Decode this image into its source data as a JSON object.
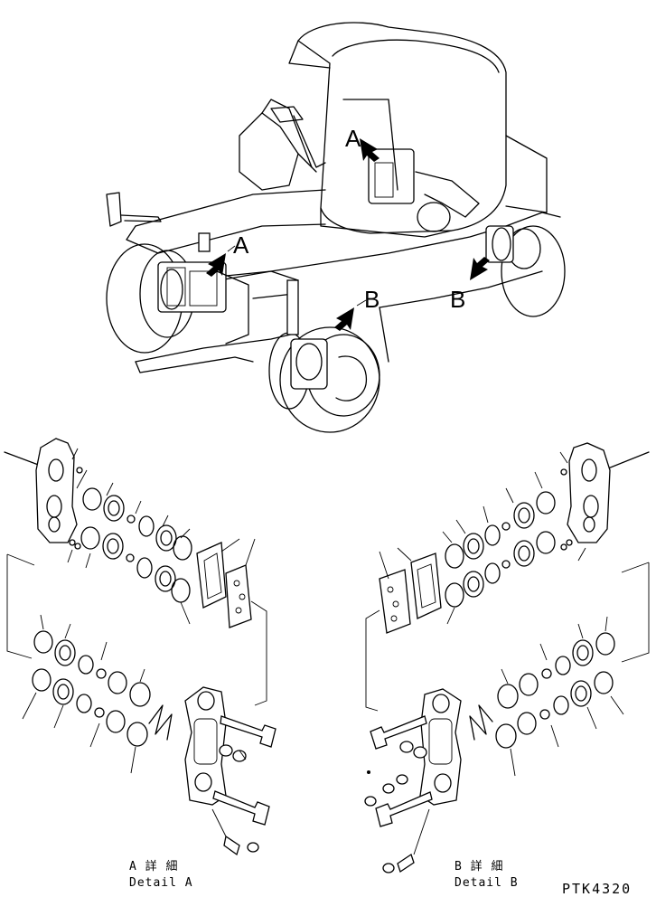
{
  "callouts": {
    "a_upper": "A",
    "a_lower": "A",
    "b_left": "B",
    "b_right": "B"
  },
  "detail_a": {
    "jp": "A 詳 細",
    "en": "Detail A"
  },
  "detail_b": {
    "jp": "B 詳 細",
    "en": "Detail B"
  },
  "drawing_code": "PTK4320"
}
